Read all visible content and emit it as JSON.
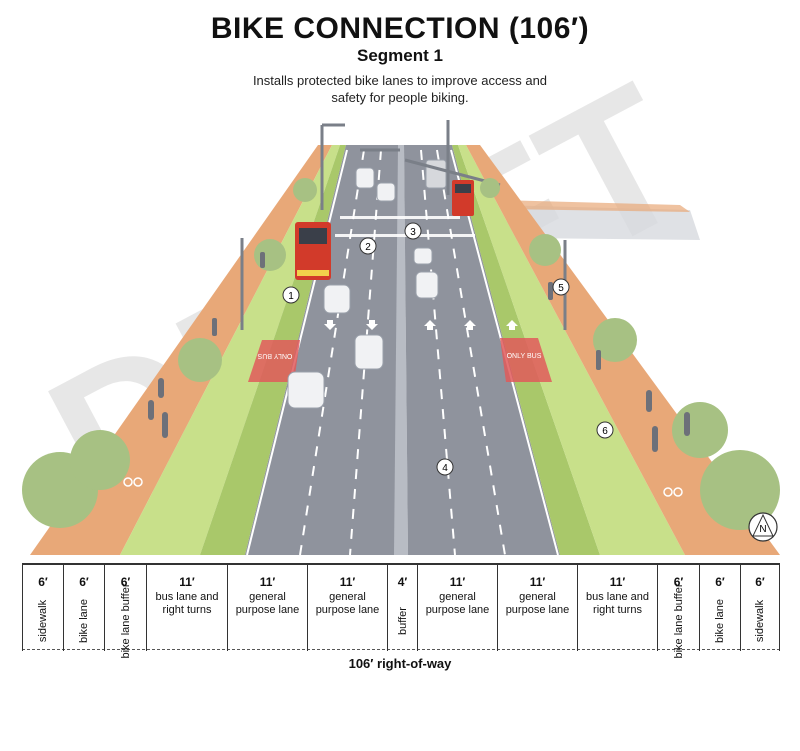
{
  "header": {
    "title": "BIKE CONNECTION (106′)",
    "subtitle": "Segment 1",
    "description": "Installs protected bike lanes to improve access and safety for people biking."
  },
  "watermark": "DRAFT",
  "scene": {
    "markers": [
      "1",
      "2",
      "3",
      "4",
      "5",
      "6"
    ],
    "pavement_text_left": "ONLY BUS",
    "pavement_text_right": "ONLY BUS",
    "compass_letter": "N"
  },
  "colors": {
    "sidewalk": "#e8a878",
    "bike_lane": "#c8e08a",
    "buffer": "#a9c86a",
    "road": "#8f939d",
    "bus_paint": "#e05a5a",
    "bus_body": "#d23a2a"
  },
  "cross_section": {
    "columns": [
      {
        "width": "6′",
        "label": "sidewalk",
        "vertical": true
      },
      {
        "width": "6′",
        "label": "bike lane",
        "vertical": true
      },
      {
        "width": "6′",
        "label": "bike lane buffer",
        "vertical": true
      },
      {
        "width": "11′",
        "label": "bus lane and right turns",
        "vertical": false
      },
      {
        "width": "11′",
        "label": "general purpose lane",
        "vertical": false
      },
      {
        "width": "11′",
        "label": "general purpose lane",
        "vertical": false
      },
      {
        "width": "4′",
        "label": "buffer",
        "vertical": true
      },
      {
        "width": "11′",
        "label": "general purpose lane",
        "vertical": false
      },
      {
        "width": "11′",
        "label": "general purpose lane",
        "vertical": false
      },
      {
        "width": "11′",
        "label": "bus lane and right turns",
        "vertical": false
      },
      {
        "width": "6′",
        "label": "bike lane buffer",
        "vertical": true
      },
      {
        "width": "6′",
        "label": "bike lane",
        "vertical": true
      },
      {
        "width": "6′",
        "label": "sidewalk",
        "vertical": true
      }
    ],
    "total_label": "106′ right-of-way"
  }
}
